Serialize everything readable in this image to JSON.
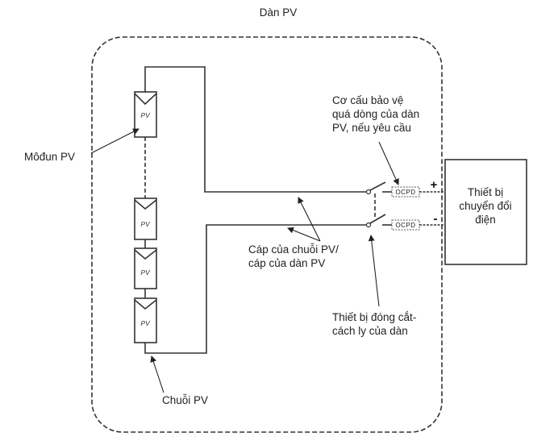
{
  "diagram": {
    "title": "Dàn PV",
    "labels": {
      "module": "Môđun PV",
      "string": "Chuỗi PV",
      "ocpd_desc": [
        "Cơ cấu bảo vệ",
        "quá dòng của dàn",
        "PV, nếu yêu cầu"
      ],
      "cable_desc": [
        "Cáp của chuỗi PV/",
        "cáp của dàn PV"
      ],
      "switch_desc": [
        "Thiết bị đóng cắt-",
        "cách ly của dàn"
      ],
      "converter": [
        "Thiết bị",
        "chuyển đổi",
        "điện"
      ]
    },
    "module_text": "PV",
    "ocpd_text": "OCPD",
    "plus_sign": "+",
    "minus_sign": "-",
    "modules_in_string": 4
  }
}
